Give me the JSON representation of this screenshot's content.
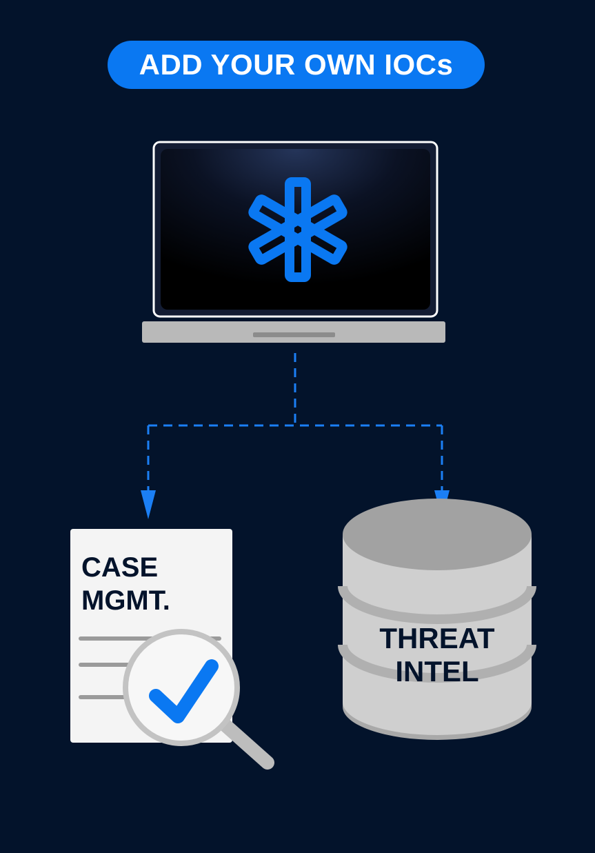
{
  "header": {
    "title": "ADD YOUR OWN IOCs"
  },
  "laptop": {
    "icon": "star-of-life-logo-icon"
  },
  "nodes": {
    "case_management": {
      "line1": "CASE",
      "line2": "MGMT.",
      "icon": "magnifier-checkmark-icon"
    },
    "threat_intel": {
      "line1": "THREAT",
      "line2": "INTEL",
      "icon": "database-icon"
    }
  },
  "colors": {
    "background": "#03132b",
    "accent": "#0a78f2",
    "paper": "#f4f4f4",
    "database_gray": "#cfcfcf",
    "dark_text": "#03132b"
  }
}
